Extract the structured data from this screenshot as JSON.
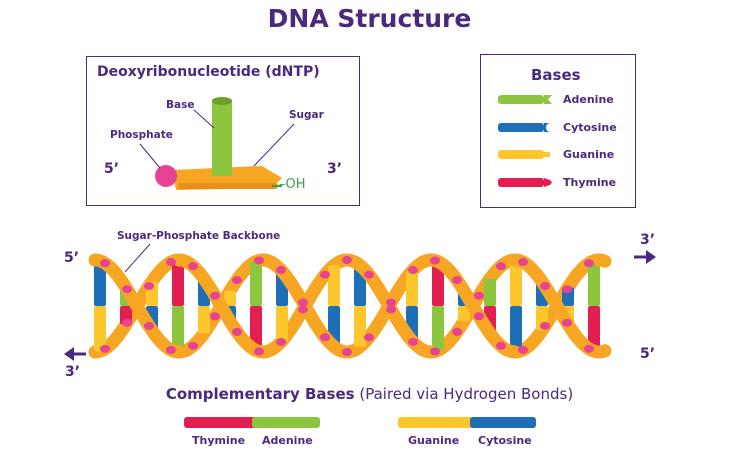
{
  "title": "DNA Structure",
  "dntp": {
    "title": "Deoxyribonucleotide (dNTP)",
    "base": "Base",
    "phosphate": "Phosphate",
    "sugar": "Sugar",
    "five_prime": "5’",
    "three_prime": "3’",
    "oh": "–OH"
  },
  "bases": {
    "title": "Bases",
    "items": [
      {
        "label": "Adenine",
        "color": "#8cc63f"
      },
      {
        "label": "Cytosine",
        "color": "#1e6fb8"
      },
      {
        "label": "Guanine",
        "color": "#fcc62d"
      },
      {
        "label": "Thymine",
        "color": "#e31f52"
      }
    ]
  },
  "helix": {
    "backbone_label": "Sugar-Phosphate Backbone",
    "left_top": "5’",
    "left_bottom": "3’",
    "right_top": "3’",
    "right_bottom": "5’",
    "backbone_color": "#f6a623",
    "phosphate_color": "#e84393"
  },
  "complementary": {
    "title_bold": "Complementary Bases",
    "title_rest": " (Paired via Hydrogen Bonds)",
    "pair1_left": "Thymine",
    "pair1_right": "Adenine",
    "pair2_left": "Guanine",
    "pair2_right": "Cytosine"
  }
}
